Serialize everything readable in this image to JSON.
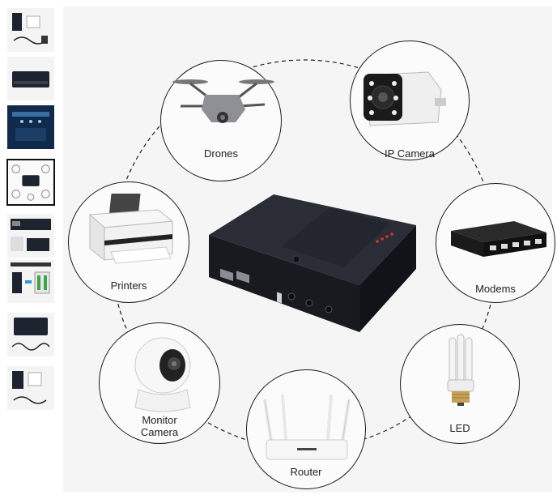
{
  "thumbnails": [
    {
      "icon": "product-with-accessories"
    },
    {
      "icon": "ups-box-side"
    },
    {
      "icon": "safe-protection-infographic"
    },
    {
      "icon": "application-scenarios",
      "selected": true
    },
    {
      "icon": "ports-detail"
    },
    {
      "icon": "battery-component-design"
    },
    {
      "icon": "box-with-cables"
    },
    {
      "icon": "package-contents"
    }
  ],
  "devices": [
    {
      "label": "Drones",
      "icon": "drone-icon"
    },
    {
      "label": "IP Camera",
      "icon": "ip-camera-icon"
    },
    {
      "label": "Modems",
      "icon": "network-switch-icon"
    },
    {
      "label": "LED",
      "icon": "led-bulb-icon"
    },
    {
      "label": "Router",
      "icon": "router-icon"
    },
    {
      "label": "Monitor\nCamera",
      "icon": "monitor-camera-icon"
    },
    {
      "label": "Printers",
      "icon": "printer-icon"
    }
  ],
  "product": {
    "icon": "mini-ups-icon"
  },
  "colors": {
    "background": "#f5f5f5",
    "circle_border": "#1b1b1b",
    "device_body": "#1d1f26",
    "ups_led": "#e0342b"
  }
}
